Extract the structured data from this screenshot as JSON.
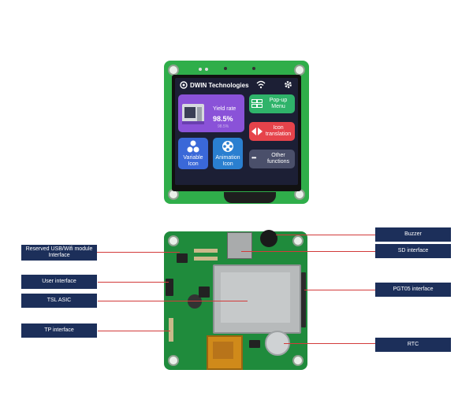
{
  "device_screen": {
    "title": "DWIN Technologies",
    "tiles": [
      {
        "id": "yield",
        "label": "Yield rate",
        "value": "98.5%",
        "subvalue": "98.5%",
        "color": "#8a52d8"
      },
      {
        "id": "popup",
        "label": "Pop-up Menu",
        "color": "#2fb36a"
      },
      {
        "id": "icon_translation",
        "label": "Icon translation",
        "color": "#e6434b"
      },
      {
        "id": "variable",
        "label": "Variable Icon",
        "color": "#3a68d8"
      },
      {
        "id": "animation",
        "label": "Animation Icon",
        "color": "#2a7fd0"
      },
      {
        "id": "other",
        "label": "Other functions",
        "icon_text": "•••",
        "color": "#4a4f6a"
      }
    ]
  },
  "callouts": {
    "left": [
      "Reserved USB/Wifi module Interface",
      "User interface",
      "TSL ASIC",
      "TP interface"
    ],
    "right": [
      "Buzzer",
      "SD interface",
      "PGT05 interface",
      "RTC"
    ]
  },
  "colors": {
    "pcb_green": "#2fae4a",
    "label_bg": "#1c2f5a",
    "callout_line": "#d23a3a"
  },
  "icons": [
    "logo-icon",
    "wifi-icon",
    "gear-icon",
    "cnc-machine-icon",
    "menu-icon",
    "arrows-icon",
    "circles-icon",
    "film-reel-icon",
    "dots-icon"
  ]
}
